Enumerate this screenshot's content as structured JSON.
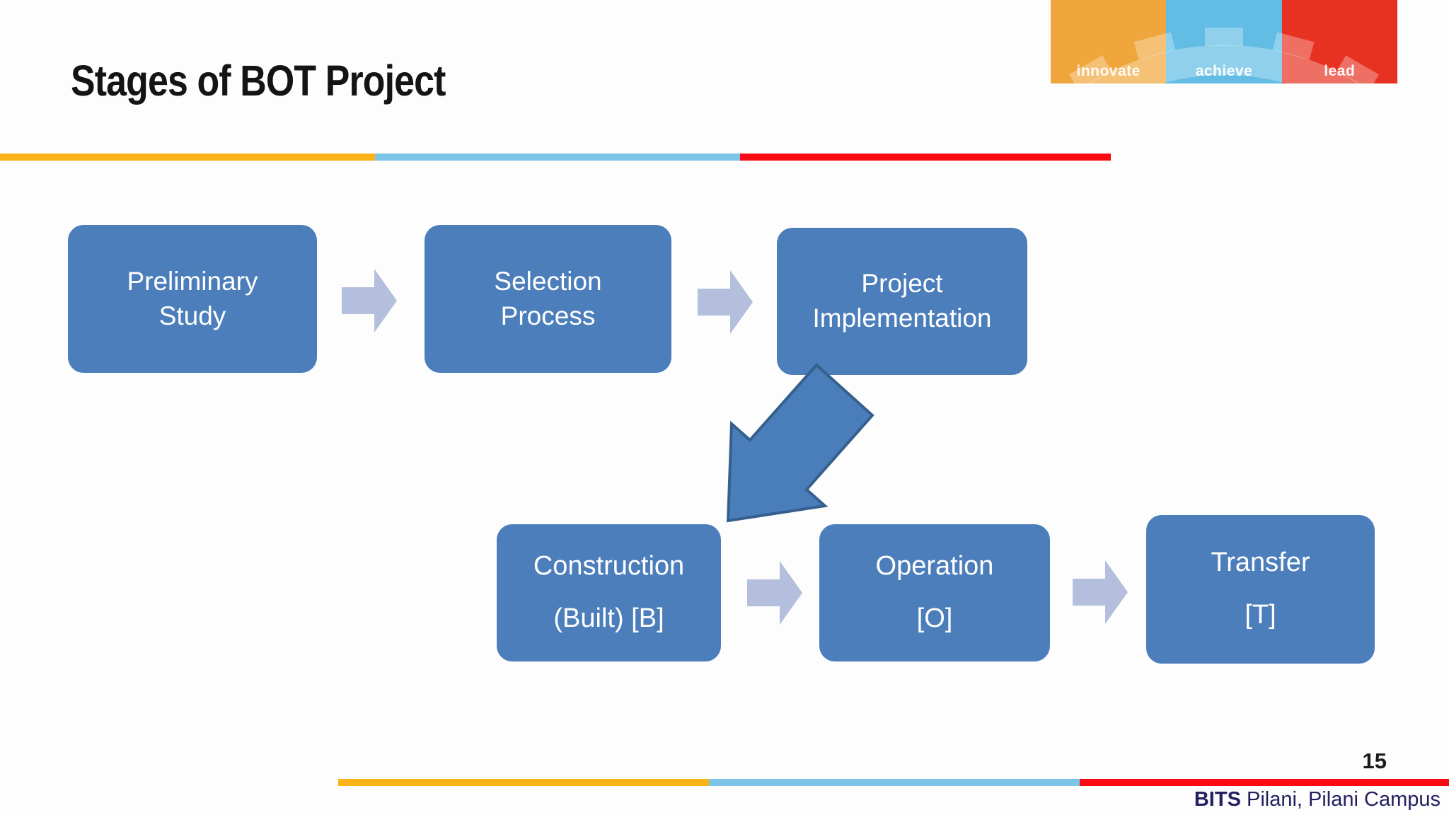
{
  "slide": {
    "title": "Stages of BOT Project",
    "page_number": "15",
    "footer_org_bold": "BITS",
    "footer_org_rest": " Pilani, Pilani Campus"
  },
  "logo": {
    "bands": [
      {
        "label": "innovate",
        "color": "#EFA63C"
      },
      {
        "label": "achieve",
        "color": "#62BCE4"
      },
      {
        "label": "lead",
        "color": "#E73121"
      }
    ]
  },
  "dividers": {
    "colors": {
      "orange": "#FBB317",
      "light_blue": "#7CC5E9",
      "red": "#FA0B14"
    }
  },
  "diagram": {
    "box_fill": "#4C7EBB",
    "box_text_color": "#FFFFFF",
    "connector_fill": "#B3BFDC",
    "big_arrow_fill": "#4A7EBB",
    "big_arrow_stroke": "#35608D",
    "boxes": [
      {
        "id": "preliminary-study",
        "lines": [
          "Preliminary",
          "Study"
        ]
      },
      {
        "id": "selection-process",
        "lines": [
          "Selection",
          "Process"
        ]
      },
      {
        "id": "project-implementation",
        "lines": [
          "Project",
          "Implementation"
        ]
      },
      {
        "id": "construction-built",
        "lines": [
          "Construction",
          "(Built) [B]"
        ]
      },
      {
        "id": "operation",
        "lines": [
          "Operation",
          "[O]"
        ]
      },
      {
        "id": "transfer",
        "lines": [
          "Transfer",
          "[T]"
        ]
      }
    ]
  }
}
